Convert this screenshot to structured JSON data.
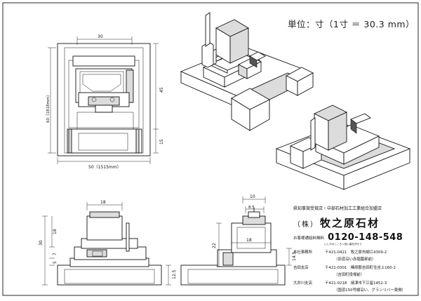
{
  "unit_note": "単位：寸（1寸 ＝ 30.3 mm）",
  "dimensions": {
    "front_width_top": "30",
    "front_height_total": "60（1818mm）",
    "front_height_upper": "45",
    "front_height_lower": "15",
    "front_width_bottom": "50（1515mm）",
    "bl_width_top": "18",
    "bl_h_30": "30",
    "bl_h_18": "18",
    "bl_h_7": "7",
    "bl_h_5": "5",
    "bl_h_12_5": "12.5",
    "br_w_10": "10",
    "br_w_8_5": "8.5",
    "br_w_18": "18",
    "br_h_22": "22",
    "br_h_14_5": "14.5"
  },
  "company": {
    "association": "県知事賞受賞店・中部石材加工工業組合加盟店",
    "name_prefix": "（株）",
    "name": "牧之原石材",
    "free_dial_label": "お客様通話料無料",
    "phone": "0120-148-548",
    "phone_reading": "いしやのこころ＝良い墓を作ろう",
    "branches": [
      {
        "name": "本社事務所",
        "address": "〒421-0421　牧之原市細江4309-2",
        "note": "（旧道沿い赤堀墓部前）"
      },
      {
        "name": "吉田支店",
        "address": "〒421-0301　榛原郡吉田町住吉上160-2",
        "note": "（吉田町役場前）"
      },
      {
        "name": "大井川支店",
        "address": "〒421-0218　焼津市下江留1452-3",
        "note": "（国道150号線沿い、グランリバー東側）"
      }
    ]
  }
}
